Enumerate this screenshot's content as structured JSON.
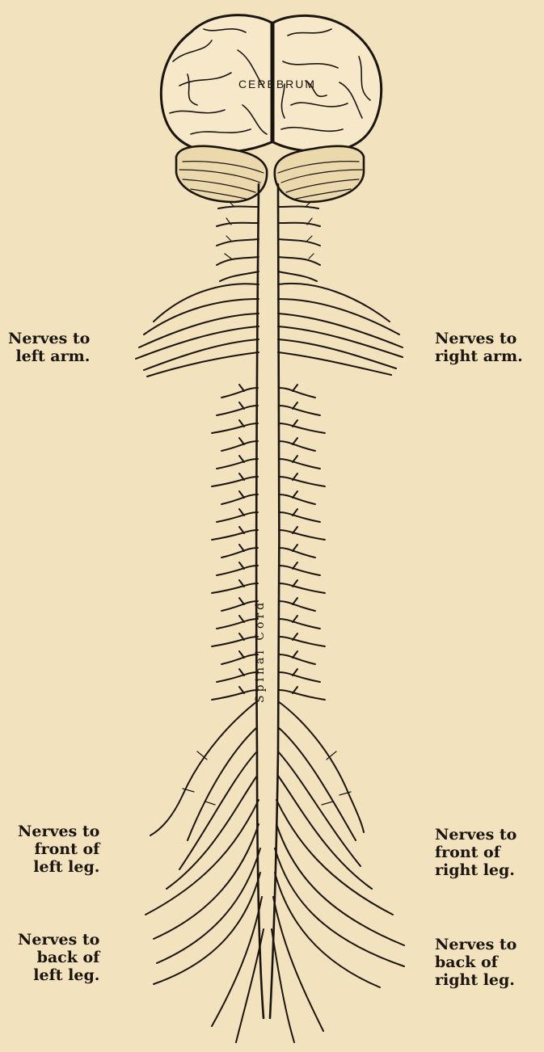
{
  "figure": {
    "cerebrum_label": "CEREBRUM",
    "cord_label": "Spinal Cord"
  },
  "labels": {
    "left_arm": [
      "Nerves to",
      "left arm."
    ],
    "right_arm": [
      "Nerves to",
      "right arm."
    ],
    "front_left_leg": [
      "Nerves to",
      "front of",
      "left leg."
    ],
    "front_right_leg": [
      "Nerves to",
      "front of",
      "right leg."
    ],
    "back_left_leg": [
      "Nerves to",
      "back of",
      "left leg."
    ],
    "back_right_leg": [
      "Nerves to",
      "back of",
      "right leg."
    ]
  },
  "colors": {
    "paper": "#f2e2bd",
    "ink": "#1b1510"
  }
}
